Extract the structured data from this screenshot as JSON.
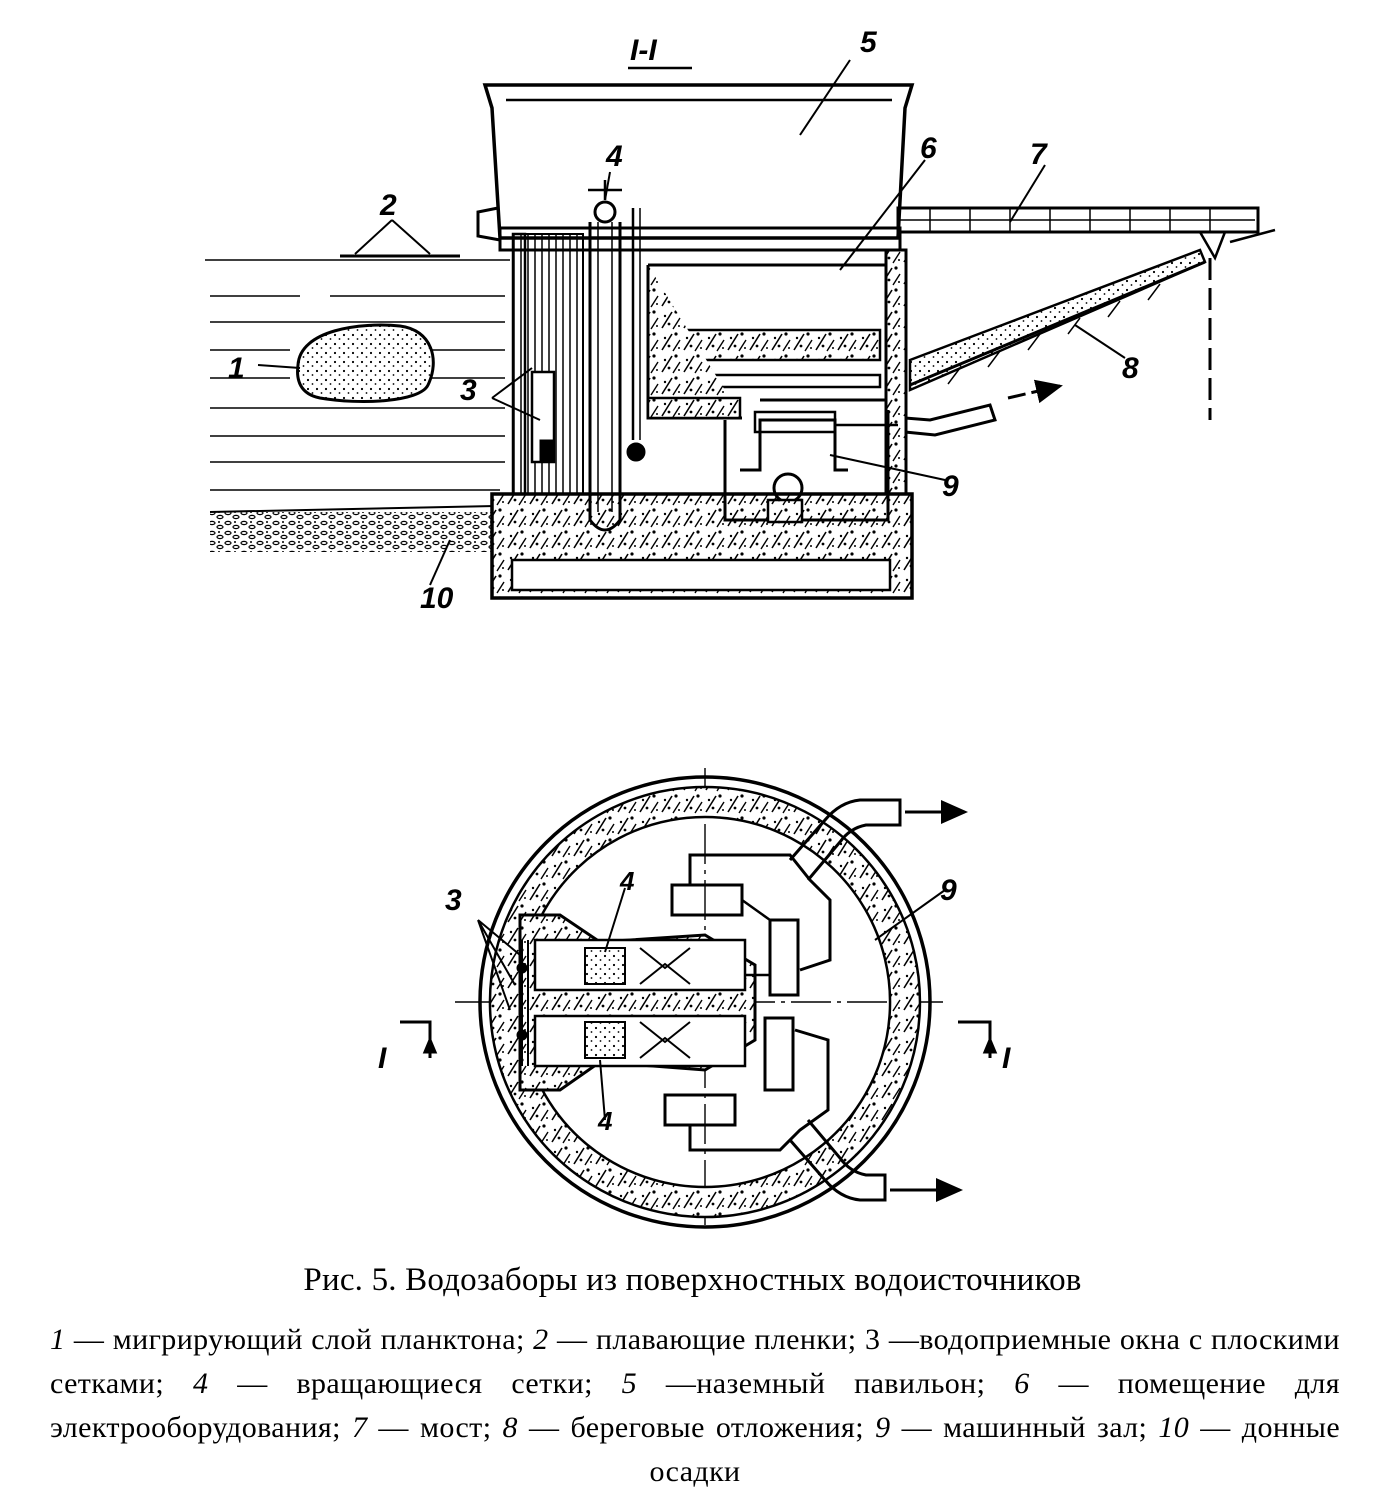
{
  "section_label": "I-I",
  "cut_label": "I",
  "callouts": {
    "n1": "1",
    "n2": "2",
    "n3": "3",
    "n4": "4",
    "n5": "5",
    "n6": "6",
    "n7": "7",
    "n8": "8",
    "n9": "9",
    "n10": "10"
  },
  "caption": "Рис. 5. Водозаборы из поверхностных водоисточников",
  "legend": [
    {
      "num": "1",
      "sep": " — ",
      "text": "мигрирующий слой планктона; "
    },
    {
      "num": "2",
      "sep": " — ",
      "text": "плавающие пленки; "
    },
    {
      "num": "3",
      "sep": " —",
      "text": "водоприемные окна с плоскими сетками; "
    },
    {
      "num": "4",
      "sep": " — ",
      "text": "вращающиеся сетки; "
    },
    {
      "num": "5",
      "sep": " —",
      "text": "наземный павильон; "
    },
    {
      "num": "6",
      "sep": " — ",
      "text": "помещение для электрооборудования; "
    },
    {
      "num": "7",
      "sep": " — ",
      "text": "мост; "
    },
    {
      "num": "8",
      "sep": " — ",
      "text": "береговые отложения; "
    },
    {
      "num": "9",
      "sep": " — ",
      "text": "машинный зал; "
    },
    {
      "num": "10",
      "sep": " — ",
      "text": "донные осадки"
    }
  ]
}
